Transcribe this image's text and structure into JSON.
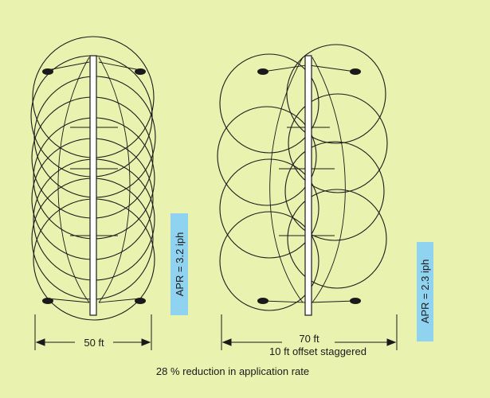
{
  "left": {
    "width_label": "50 ft",
    "apr_label": "APR = 3.2 iph"
  },
  "right": {
    "width_label": "70 ft",
    "offset_label": "10 ft offset staggered",
    "apr_label": "APR = 2.3 iph"
  },
  "caption": "28 % reduction in application rate",
  "colors": {
    "background": "#eaf2b0",
    "apr_box": "#8fd3f0",
    "line": "#1a1a1a"
  }
}
